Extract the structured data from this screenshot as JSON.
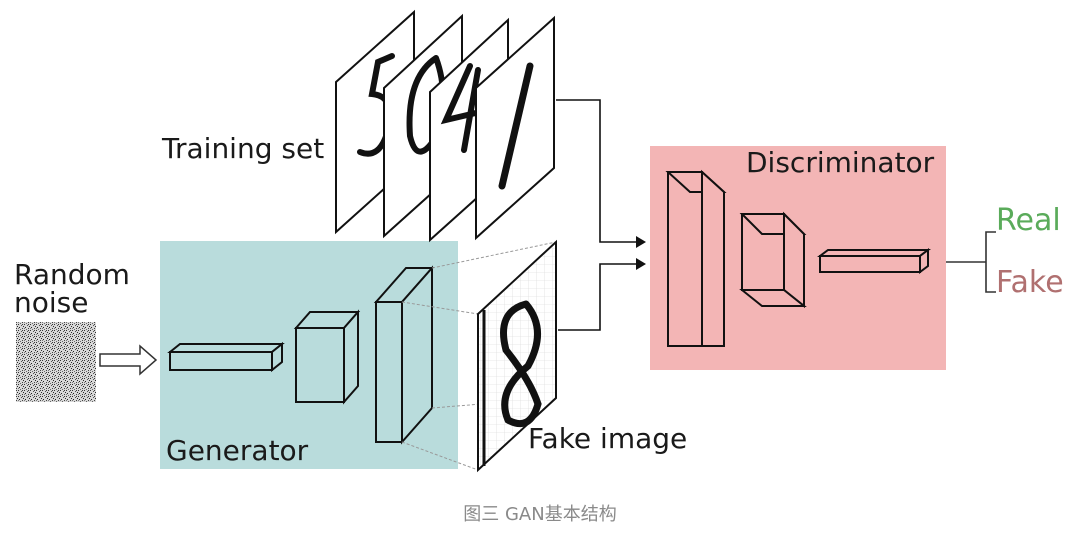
{
  "labels": {
    "training_set": "Training set",
    "random_noise_line1": "Random",
    "random_noise_line2": "noise",
    "generator": "Generator",
    "fake_image": "Fake image",
    "discriminator": "Discriminator",
    "real": "Real",
    "fake": "Fake"
  },
  "caption": "图三 GAN基本结构",
  "colors": {
    "generator_box": "#b9dcdc",
    "discriminator_box": "#f3b5b5",
    "real_text": "#5aab5a",
    "fake_text": "#b07070",
    "caption_text": "#8a8a8a"
  }
}
